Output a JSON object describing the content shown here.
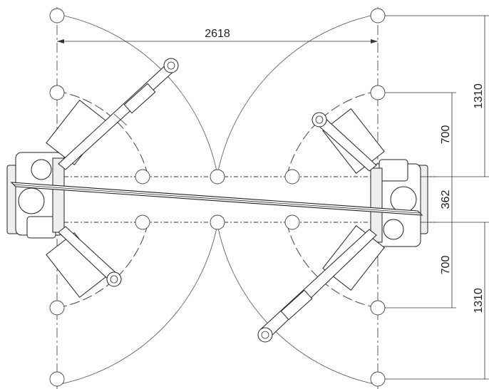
{
  "dimensions": {
    "width_between_columns": "2618",
    "top_outer": "1310",
    "top_inner": "700",
    "center_gap": "362",
    "bottom_inner": "700",
    "bottom_outer": "1310"
  }
}
